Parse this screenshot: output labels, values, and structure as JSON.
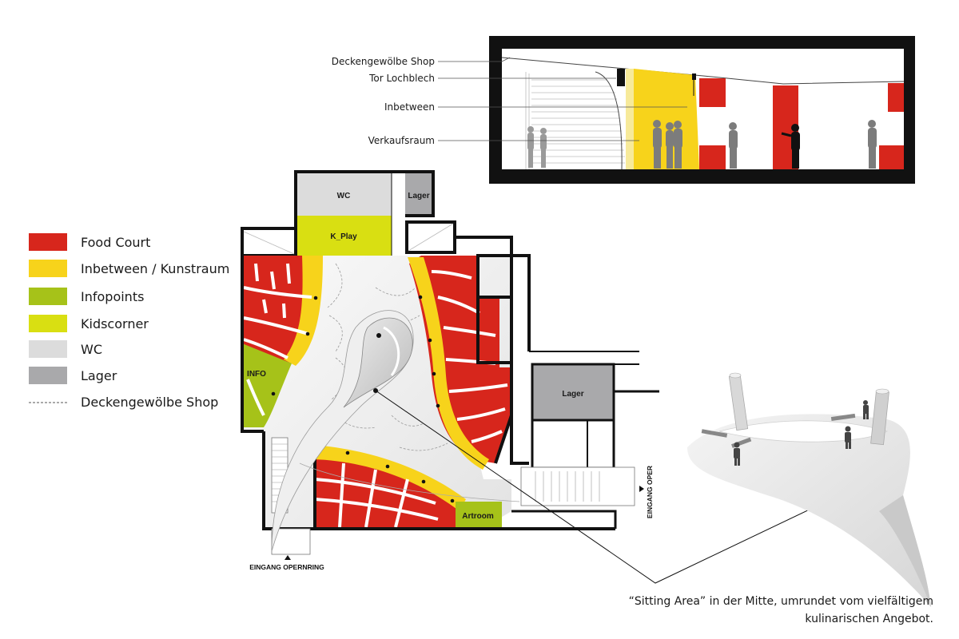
{
  "colors": {
    "food_court": "#d7261c",
    "inbetween": "#f7d31b",
    "infopoints": "#a6c219",
    "kidscorner": "#d9df12",
    "wc": "#dcdcdc",
    "lager": "#a9a9ab",
    "wall": "#111111"
  },
  "legend": [
    {
      "label": "Food Court",
      "color": "#d7261c",
      "kind": "swatch"
    },
    {
      "label": "Inbetween / Kunstraum",
      "color": "#f7d31b",
      "kind": "swatch"
    },
    {
      "label": "Infopoints",
      "color": "#a6c219",
      "kind": "swatch"
    },
    {
      "label": "Kidscorner",
      "color": "#d9df12",
      "kind": "swatch"
    },
    {
      "label": "WC",
      "color": "#dcdcdc",
      "kind": "swatch"
    },
    {
      "label": "Lager",
      "color": "#a9a9ab",
      "kind": "swatch"
    },
    {
      "label": "Deckengewölbe Shop",
      "color": "#555555",
      "kind": "dashed"
    }
  ],
  "section_callouts": [
    {
      "label": "Deckengewölbe Shop"
    },
    {
      "label": "Tor Lochblech"
    },
    {
      "label": "Inbetween"
    },
    {
      "label": "Verkaufsraum"
    }
  ],
  "rooms": {
    "wc": "WC",
    "lager_top": "Lager",
    "k_play": "K_Play",
    "info": "INFO",
    "lager_right": "Lager",
    "artroom": "Artroom"
  },
  "entrances": {
    "opernring": "EINGANG OPERNRING",
    "oper": "EINGANG OPER"
  },
  "caption": {
    "line1": "“Sitting Area” in der Mitte, umrundet vom vielfältigem",
    "line2": "kulinarischen Angebot."
  }
}
